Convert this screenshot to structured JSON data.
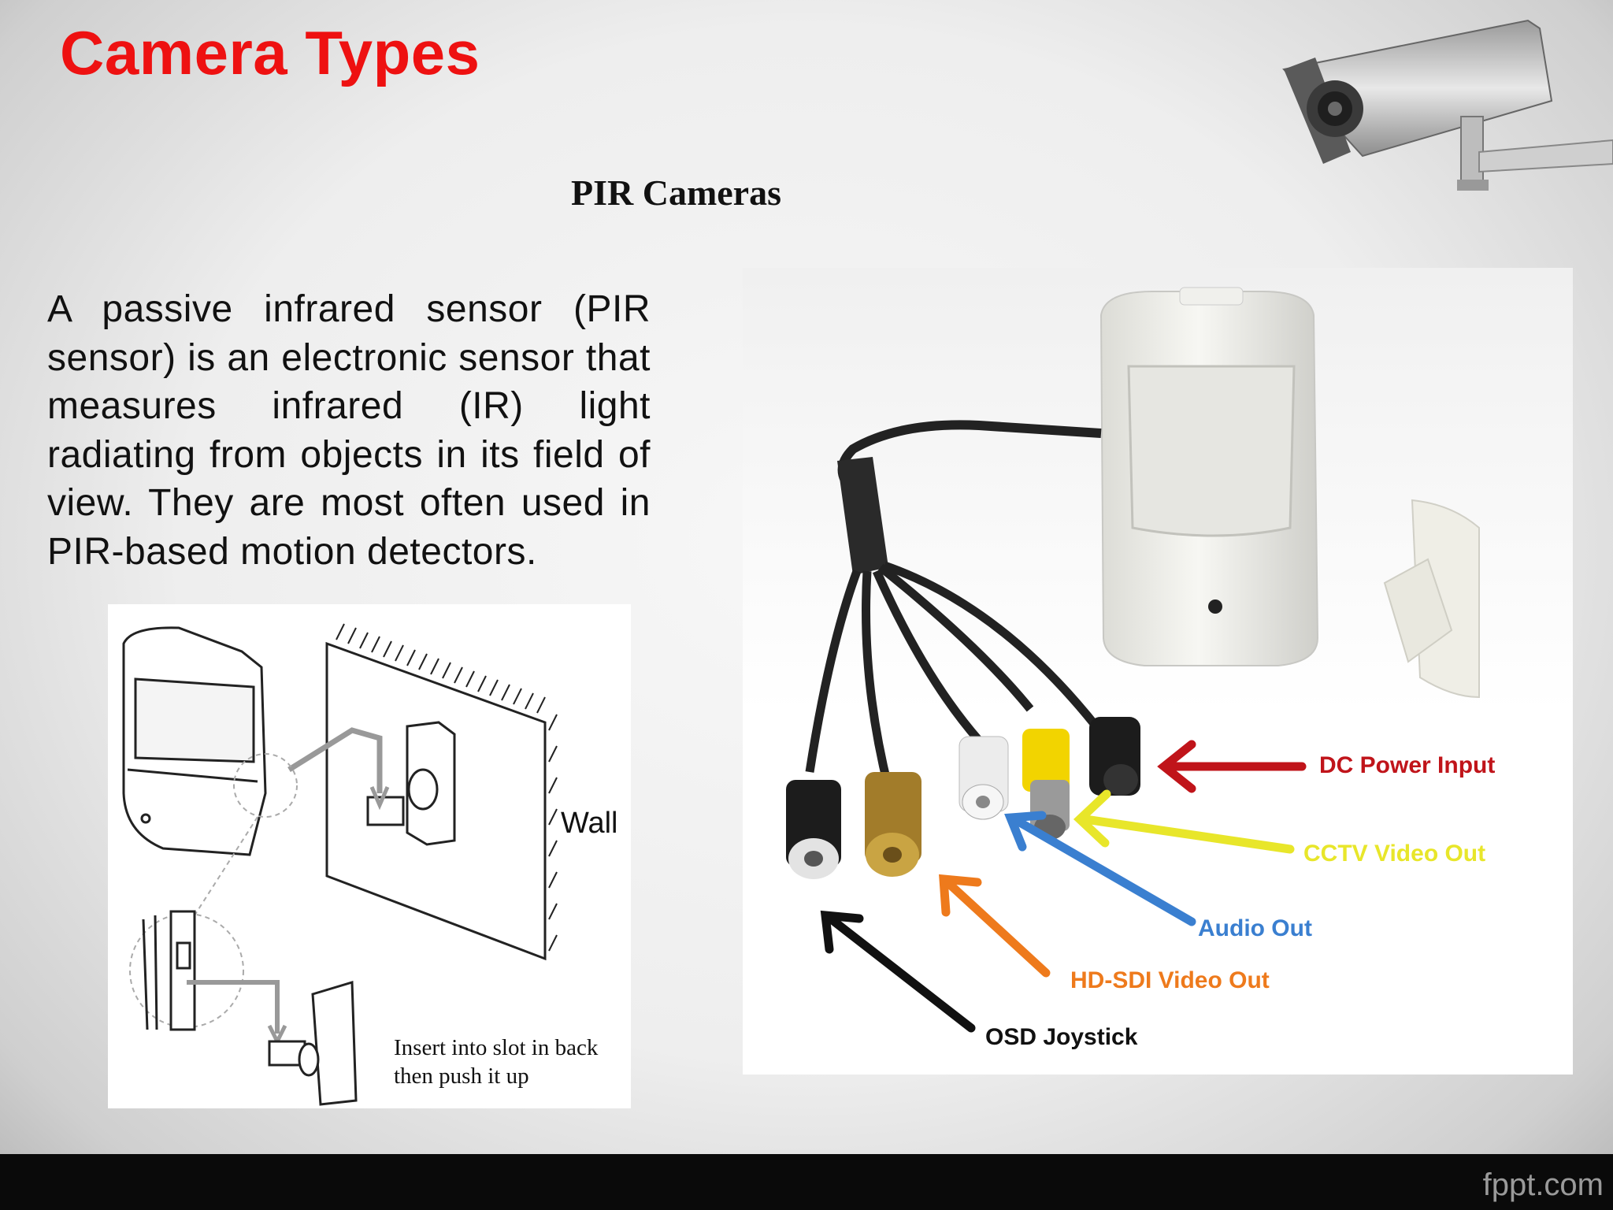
{
  "slide": {
    "title": "Camera Types",
    "subtitle": "PIR Cameras",
    "body": "A passive infrared sensor (PIR sensor) is an electronic sensor that measures infrared (IR) light radiating from objects in its field of view. They are most often used in PIR-based motion detectors."
  },
  "diagram": {
    "wall_label": "Wall",
    "caption_line1": "Insert into slot in back",
    "caption_line2": "then push it up"
  },
  "photo": {
    "ports": [
      {
        "label": "DC Power Input",
        "color": "#c0141a"
      },
      {
        "label": "CCTV Video Out",
        "color": "#e8e62a"
      },
      {
        "label": "Audio Out",
        "color": "#3a7fd0"
      },
      {
        "label": "HD-SDI Video Out",
        "color": "#ee7a1c"
      },
      {
        "label": "OSD Joystick",
        "color": "#111111"
      }
    ]
  },
  "footer": {
    "brand": "fppt.com"
  },
  "colors": {
    "title": "#ee1111",
    "footer_bar": "#0a0a0a"
  }
}
